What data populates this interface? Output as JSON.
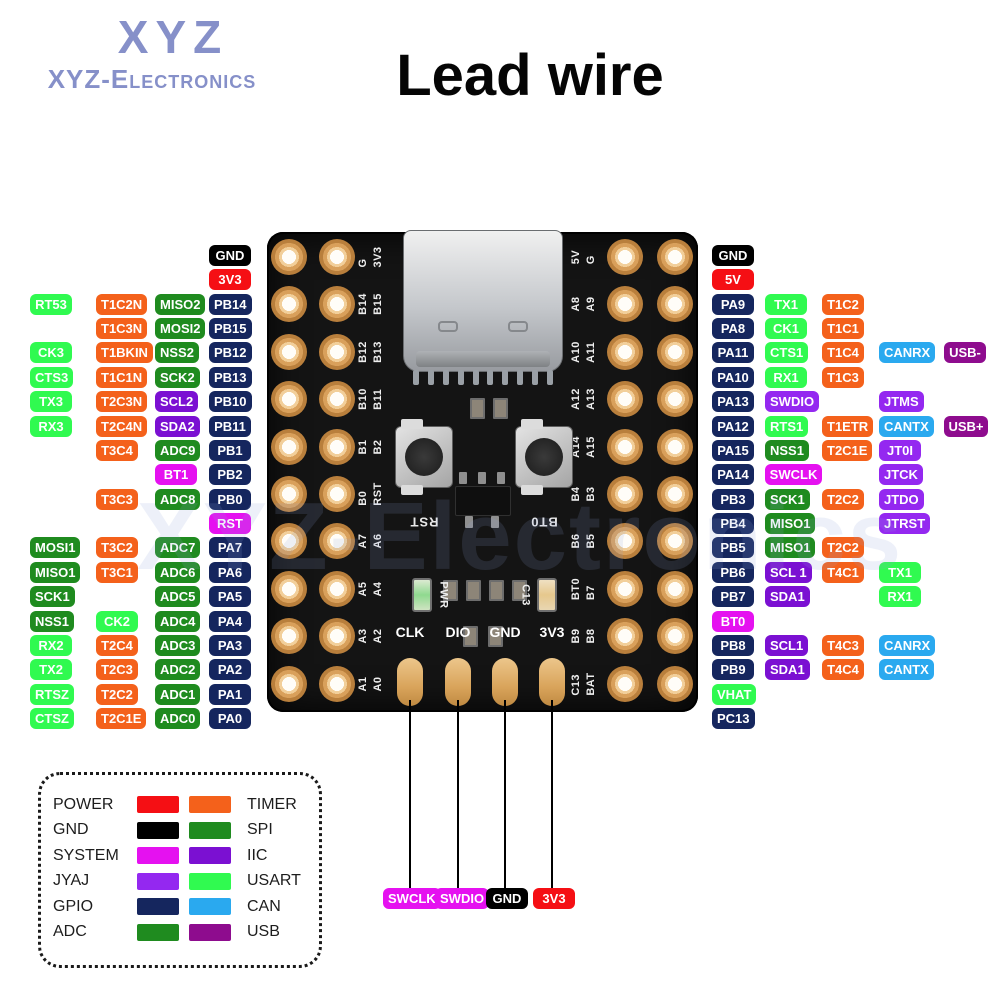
{
  "header": {
    "logo_line1": "XYZ",
    "logo_line2": "XYZ-Electronics",
    "title": "Lead wire"
  },
  "watermark": {
    "text": "XYZ-Electronics"
  },
  "colors": {
    "power": "#f50f14",
    "gnd": "#000000",
    "system": "#e511f0",
    "jyaj": "#9428f0",
    "gpio": "#15265e",
    "adc": "#1f8b1f",
    "timer": "#f4611b",
    "spi": "#1f8b1f",
    "iic": "#7b10d2",
    "usart": "#30fa50",
    "can": "#2aa9ef",
    "usb": "#8e0c8e"
  },
  "left_rows": [
    {
      "cells": [
        null,
        null,
        null,
        {
          "text": "GND",
          "cat": "gnd"
        }
      ]
    },
    {
      "cells": [
        null,
        null,
        null,
        {
          "text": "3V3",
          "cat": "power"
        }
      ]
    },
    {
      "cells": [
        {
          "text": "RT53",
          "cat": "usart"
        },
        {
          "text": "T1C2N",
          "cat": "timer"
        },
        {
          "text": "MISO2",
          "cat": "spi"
        },
        {
          "text": "PB14",
          "cat": "gpio"
        }
      ]
    },
    {
      "cells": [
        null,
        {
          "text": "T1C3N",
          "cat": "timer"
        },
        {
          "text": "MOSI2",
          "cat": "spi"
        },
        {
          "text": "PB15",
          "cat": "gpio"
        }
      ]
    },
    {
      "cells": [
        {
          "text": "CK3",
          "cat": "usart"
        },
        {
          "text": "T1BKIN",
          "cat": "timer"
        },
        {
          "text": "NSS2",
          "cat": "spi"
        },
        {
          "text": "PB12",
          "cat": "gpio"
        }
      ]
    },
    {
      "cells": [
        {
          "text": "CTS3",
          "cat": "usart"
        },
        {
          "text": "T1C1N",
          "cat": "timer"
        },
        {
          "text": "SCK2",
          "cat": "spi"
        },
        {
          "text": "PB13",
          "cat": "gpio"
        }
      ]
    },
    {
      "cells": [
        {
          "text": "TX3",
          "cat": "usart"
        },
        {
          "text": "T2C3N",
          "cat": "timer"
        },
        {
          "text": "SCL2",
          "cat": "iic"
        },
        {
          "text": "PB10",
          "cat": "gpio"
        }
      ]
    },
    {
      "cells": [
        {
          "text": "RX3",
          "cat": "usart"
        },
        {
          "text": "T2C4N",
          "cat": "timer"
        },
        {
          "text": "SDA2",
          "cat": "iic"
        },
        {
          "text": "PB11",
          "cat": "gpio"
        }
      ]
    },
    {
      "cells": [
        null,
        {
          "text": "T3C4",
          "cat": "timer"
        },
        {
          "text": "ADC9",
          "cat": "adc"
        },
        {
          "text": "PB1",
          "cat": "gpio"
        }
      ]
    },
    {
      "cells": [
        null,
        null,
        {
          "text": "BT1",
          "cat": "system"
        },
        {
          "text": "PB2",
          "cat": "gpio"
        }
      ]
    },
    {
      "cells": [
        null,
        {
          "text": "T3C3",
          "cat": "timer"
        },
        {
          "text": "ADC8",
          "cat": "adc"
        },
        {
          "text": "PB0",
          "cat": "gpio"
        }
      ]
    },
    {
      "cells": [
        null,
        null,
        null,
        {
          "text": "RST",
          "cat": "system"
        }
      ]
    },
    {
      "cells": [
        {
          "text": "MOSI1",
          "cat": "spi"
        },
        {
          "text": "T3C2",
          "cat": "timer"
        },
        {
          "text": "ADC7",
          "cat": "adc"
        },
        {
          "text": "PA7",
          "cat": "gpio"
        }
      ]
    },
    {
      "cells": [
        {
          "text": "MISO1",
          "cat": "spi"
        },
        {
          "text": "T3C1",
          "cat": "timer"
        },
        {
          "text": "ADC6",
          "cat": "adc"
        },
        {
          "text": "PA6",
          "cat": "gpio"
        }
      ]
    },
    {
      "cells": [
        {
          "text": "SCK1",
          "cat": "spi"
        },
        null,
        {
          "text": "ADC5",
          "cat": "adc"
        },
        {
          "text": "PA5",
          "cat": "gpio"
        }
      ]
    },
    {
      "cells": [
        {
          "text": "NSS1",
          "cat": "spi"
        },
        {
          "text": "CK2",
          "cat": "usart"
        },
        {
          "text": "ADC4",
          "cat": "adc"
        },
        {
          "text": "PA4",
          "cat": "gpio"
        }
      ]
    },
    {
      "cells": [
        {
          "text": "RX2",
          "cat": "usart"
        },
        {
          "text": "T2C4",
          "cat": "timer"
        },
        {
          "text": "ADC3",
          "cat": "adc"
        },
        {
          "text": "PA3",
          "cat": "gpio"
        }
      ]
    },
    {
      "cells": [
        {
          "text": "TX2",
          "cat": "usart"
        },
        {
          "text": "T2C3",
          "cat": "timer"
        },
        {
          "text": "ADC2",
          "cat": "adc"
        },
        {
          "text": "PA2",
          "cat": "gpio"
        }
      ]
    },
    {
      "cells": [
        {
          "text": "RTSZ",
          "cat": "usart"
        },
        {
          "text": "T2C2",
          "cat": "timer"
        },
        {
          "text": "ADC1",
          "cat": "adc"
        },
        {
          "text": "PA1",
          "cat": "gpio"
        }
      ]
    },
    {
      "cells": [
        {
          "text": "CTSZ",
          "cat": "usart"
        },
        {
          "text": "T2C1E",
          "cat": "timer"
        },
        {
          "text": "ADC0",
          "cat": "adc"
        },
        {
          "text": "PA0",
          "cat": "gpio"
        }
      ]
    }
  ],
  "right_rows": [
    {
      "cells": [
        {
          "text": "GND",
          "cat": "gnd"
        },
        null,
        null,
        null,
        null
      ]
    },
    {
      "cells": [
        {
          "text": "5V",
          "cat": "power"
        },
        null,
        null,
        null,
        null
      ]
    },
    {
      "cells": [
        {
          "text": "PA9",
          "cat": "gpio"
        },
        {
          "text": "TX1",
          "cat": "usart"
        },
        {
          "text": "T1C2",
          "cat": "timer"
        },
        null,
        null
      ]
    },
    {
      "cells": [
        {
          "text": "PA8",
          "cat": "gpio"
        },
        {
          "text": "CK1",
          "cat": "usart"
        },
        {
          "text": "T1C1",
          "cat": "timer"
        },
        null,
        null
      ]
    },
    {
      "cells": [
        {
          "text": "PA11",
          "cat": "gpio"
        },
        {
          "text": "CTS1",
          "cat": "usart"
        },
        {
          "text": "T1C4",
          "cat": "timer"
        },
        {
          "text": "CANRX",
          "cat": "can"
        },
        {
          "text": "USB-",
          "cat": "usb"
        }
      ]
    },
    {
      "cells": [
        {
          "text": "PA10",
          "cat": "gpio"
        },
        {
          "text": "RX1",
          "cat": "usart"
        },
        {
          "text": "T1C3",
          "cat": "timer"
        },
        null,
        null
      ]
    },
    {
      "cells": [
        {
          "text": "PA13",
          "cat": "gpio"
        },
        {
          "text": "SWDIO",
          "cat": "jyaj"
        },
        null,
        {
          "text": "JTMS",
          "cat": "jyaj"
        },
        null
      ]
    },
    {
      "cells": [
        {
          "text": "PA12",
          "cat": "gpio"
        },
        {
          "text": "RTS1",
          "cat": "usart"
        },
        {
          "text": "T1ETR",
          "cat": "timer"
        },
        {
          "text": "CANTX",
          "cat": "can"
        },
        {
          "text": "USB+",
          "cat": "usb"
        }
      ]
    },
    {
      "cells": [
        {
          "text": "PA15",
          "cat": "gpio"
        },
        {
          "text": "NSS1",
          "cat": "spi"
        },
        {
          "text": "T2C1E",
          "cat": "timer"
        },
        {
          "text": "JT0I",
          "cat": "jyaj"
        },
        null
      ]
    },
    {
      "cells": [
        {
          "text": "PA14",
          "cat": "gpio"
        },
        {
          "text": "SWCLK",
          "cat": "system"
        },
        null,
        {
          "text": "JTCK",
          "cat": "jyaj"
        },
        null
      ]
    },
    {
      "cells": [
        {
          "text": "PB3",
          "cat": "gpio"
        },
        {
          "text": "SCK1",
          "cat": "spi"
        },
        {
          "text": "T2C2",
          "cat": "timer"
        },
        {
          "text": "JTDO",
          "cat": "jyaj"
        },
        null
      ]
    },
    {
      "cells": [
        {
          "text": "PB4",
          "cat": "gpio"
        },
        {
          "text": "MISO1",
          "cat": "spi"
        },
        null,
        {
          "text": "JTRST",
          "cat": "jyaj"
        },
        null
      ]
    },
    {
      "cells": [
        {
          "text": "PB5",
          "cat": "gpio"
        },
        {
          "text": "MISO1",
          "cat": "spi"
        },
        {
          "text": "T2C2",
          "cat": "timer"
        },
        null,
        null
      ]
    },
    {
      "cells": [
        {
          "text": "PB6",
          "cat": "gpio"
        },
        {
          "text": "SCL 1",
          "cat": "iic"
        },
        {
          "text": "T4C1",
          "cat": "timer"
        },
        {
          "text": "TX1",
          "cat": "usart"
        },
        null
      ]
    },
    {
      "cells": [
        {
          "text": "PB7",
          "cat": "gpio"
        },
        {
          "text": "SDA1",
          "cat": "iic"
        },
        null,
        {
          "text": "RX1",
          "cat": "usart"
        },
        null
      ]
    },
    {
      "cells": [
        {
          "text": "BT0",
          "cat": "system"
        },
        null,
        null,
        null,
        null
      ]
    },
    {
      "cells": [
        {
          "text": "PB8",
          "cat": "gpio"
        },
        {
          "text": "SCL1",
          "cat": "iic"
        },
        {
          "text": "T4C3",
          "cat": "timer"
        },
        {
          "text": "CANRX",
          "cat": "can"
        },
        null
      ]
    },
    {
      "cells": [
        {
          "text": "PB9",
          "cat": "gpio"
        },
        {
          "text": "SDA1",
          "cat": "iic"
        },
        {
          "text": "T4C4",
          "cat": "timer"
        },
        {
          "text": "CANTX",
          "cat": "can"
        },
        null
      ]
    },
    {
      "cells": [
        {
          "text": "VHAT",
          "cat": "usart"
        },
        null,
        null,
        null,
        null
      ]
    },
    {
      "cells": [
        {
          "text": "PC13",
          "cat": "gpio"
        },
        null,
        null,
        null,
        null
      ]
    }
  ],
  "board": {
    "silk_left": [
      [
        "G",
        "3V3"
      ],
      [
        "B14",
        "B15"
      ],
      [
        "B12",
        "B13"
      ],
      [
        "B10",
        "B11"
      ],
      [
        "B1",
        "B2"
      ],
      [
        "B0",
        "RST"
      ],
      [
        "A7",
        "A6"
      ],
      [
        "A5",
        "A4"
      ],
      [
        "A3",
        "A2"
      ],
      [
        "A1",
        "A0"
      ]
    ],
    "silk_right": [
      [
        "5V",
        "G"
      ],
      [
        "A8",
        "A9"
      ],
      [
        "A10",
        "A11"
      ],
      [
        "A12",
        "A13"
      ],
      [
        "A14",
        "A15"
      ],
      [
        "B4",
        "B3"
      ],
      [
        "B6",
        "B5"
      ],
      [
        "BT0",
        "B7"
      ],
      [
        "B9",
        "B8"
      ],
      [
        "C13",
        "BAT"
      ]
    ],
    "buttons": [
      {
        "label": "RST"
      },
      {
        "label": "BT0"
      }
    ],
    "led_labels": [
      "PWR",
      "C13"
    ],
    "pad_labels": [
      "CLK",
      "DIO",
      "GND",
      "3V3"
    ]
  },
  "callouts": [
    {
      "text": "SWCLK",
      "cat": "system"
    },
    {
      "text": "SWDIO",
      "cat": "system"
    },
    {
      "text": "GND",
      "cat": "gnd"
    },
    {
      "text": "3V3",
      "cat": "power"
    }
  ],
  "legend": {
    "rows": [
      {
        "left": {
          "label": "POWER",
          "cat": "power"
        },
        "right": {
          "label": "TIMER",
          "cat": "timer"
        }
      },
      {
        "left": {
          "label": "GND",
          "cat": "gnd"
        },
        "right": {
          "label": "SPI",
          "cat": "spi"
        }
      },
      {
        "left": {
          "label": "SYSTEM",
          "cat": "system"
        },
        "right": {
          "label": "IIC",
          "cat": "iic"
        }
      },
      {
        "left": {
          "label": "JYAJ",
          "cat": "jyaj"
        },
        "right": {
          "label": "USART",
          "cat": "usart"
        }
      },
      {
        "left": {
          "label": "GPIO",
          "cat": "gpio"
        },
        "right": {
          "label": "CAN",
          "cat": "can"
        }
      },
      {
        "left": {
          "label": "ADC",
          "cat": "adc"
        },
        "right": {
          "label": "USB",
          "cat": "usb"
        }
      }
    ]
  }
}
